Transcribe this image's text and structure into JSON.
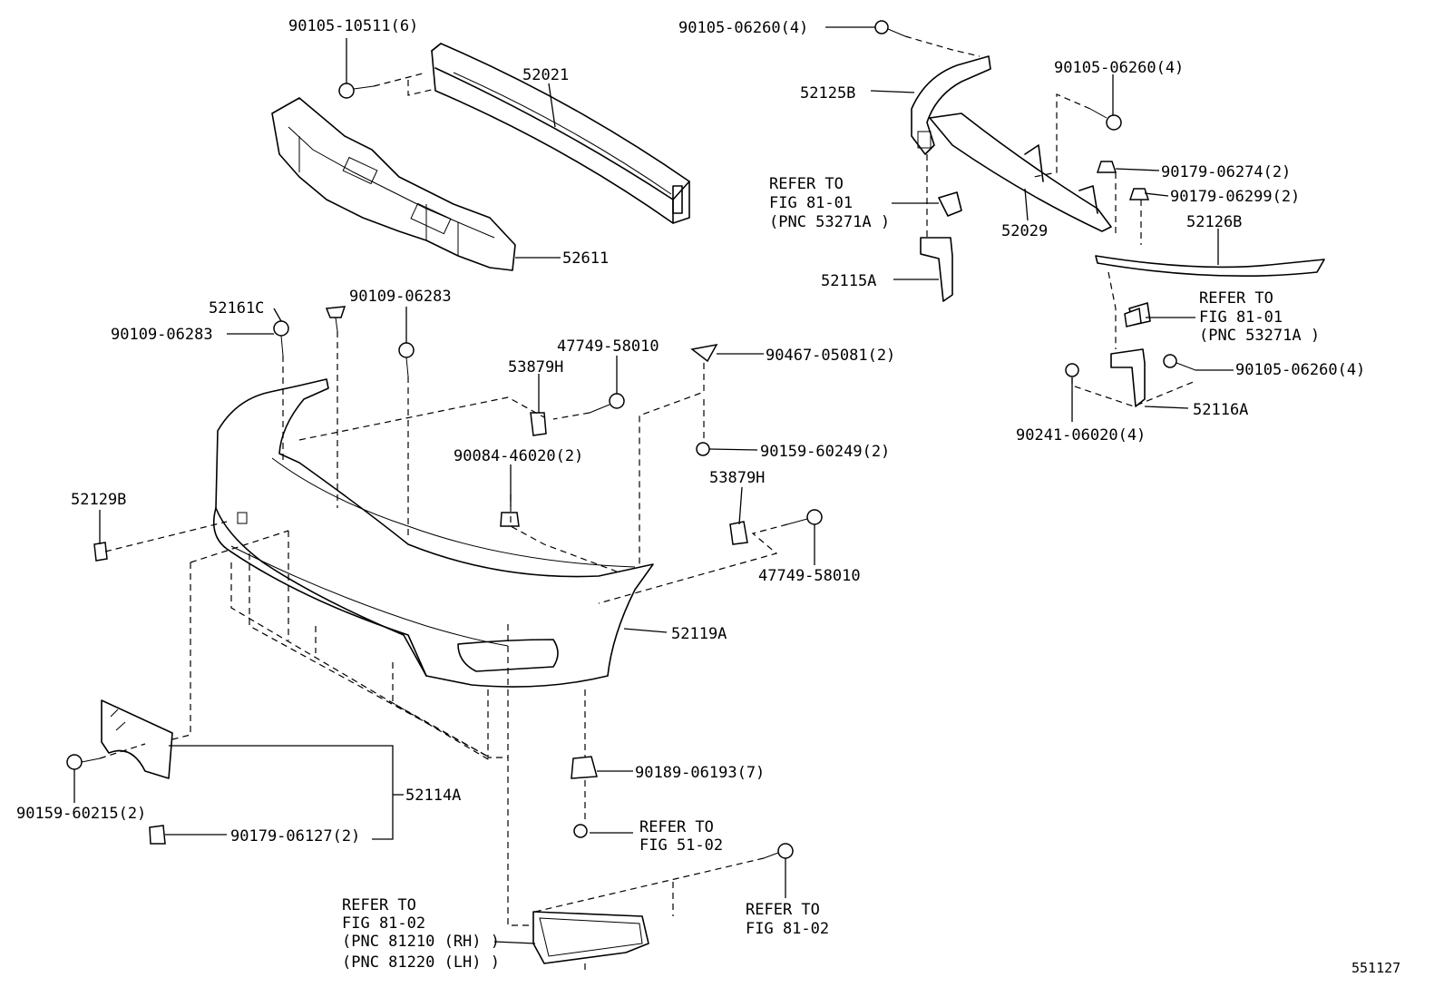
{
  "diagram_id": "551127",
  "labels": {
    "l_90105_10511": "90105-10511(6)",
    "l_52021": "52021",
    "l_52611": "52611",
    "l_90105_06260_a": "90105-06260(4)",
    "l_52125B": "52125B",
    "l_90105_06260_b": "90105-06260(4)",
    "l_refer_a1": "REFER TO",
    "l_refer_a2": "FIG 81-01",
    "l_refer_a3": "(PNC 53271A )",
    "l_90179_06274": "90179-06274(2)",
    "l_90179_06299": "90179-06299(2)",
    "l_52029": "52029",
    "l_52126B": "52126B",
    "l_52115A": "52115A",
    "l_refer_b1": "REFER TO",
    "l_refer_b2": "FIG 81-01",
    "l_refer_b3": "(PNC 53271A )",
    "l_90105_06260_c": "90105-06260(4)",
    "l_52116A": "52116A",
    "l_90241_06020": "90241-06020(4)",
    "l_52161C": "52161C",
    "l_90109_06283_a": "90109-06283",
    "l_90109_06283_b": "90109-06283",
    "l_47749_58010_a": "47749-58010",
    "l_53879H_a": "53879H",
    "l_90467_05081": "90467-05081(2)",
    "l_90159_60249": "90159-60249(2)",
    "l_90084_46020": "90084-46020(2)",
    "l_53879H_b": "53879H",
    "l_47749_58010_b": "47749-58010",
    "l_52129B": "52129B",
    "l_52119A": "52119A",
    "l_52114A": "52114A",
    "l_90159_60215": "90159-60215(2)",
    "l_90179_06127": "90179-06127(2)",
    "l_90189_06193": "90189-06193(7)",
    "l_refer_c1": "REFER TO",
    "l_refer_c2": "FIG 51-02",
    "l_refer_d1": "REFER TO",
    "l_refer_d2": "FIG 81-02",
    "l_refer_d3": "(PNC 81210 (RH) )",
    "l_refer_d4": "(PNC 81220 (LH) )",
    "l_refer_e1": "REFER TO",
    "l_refer_e2": "FIG 81-02"
  }
}
